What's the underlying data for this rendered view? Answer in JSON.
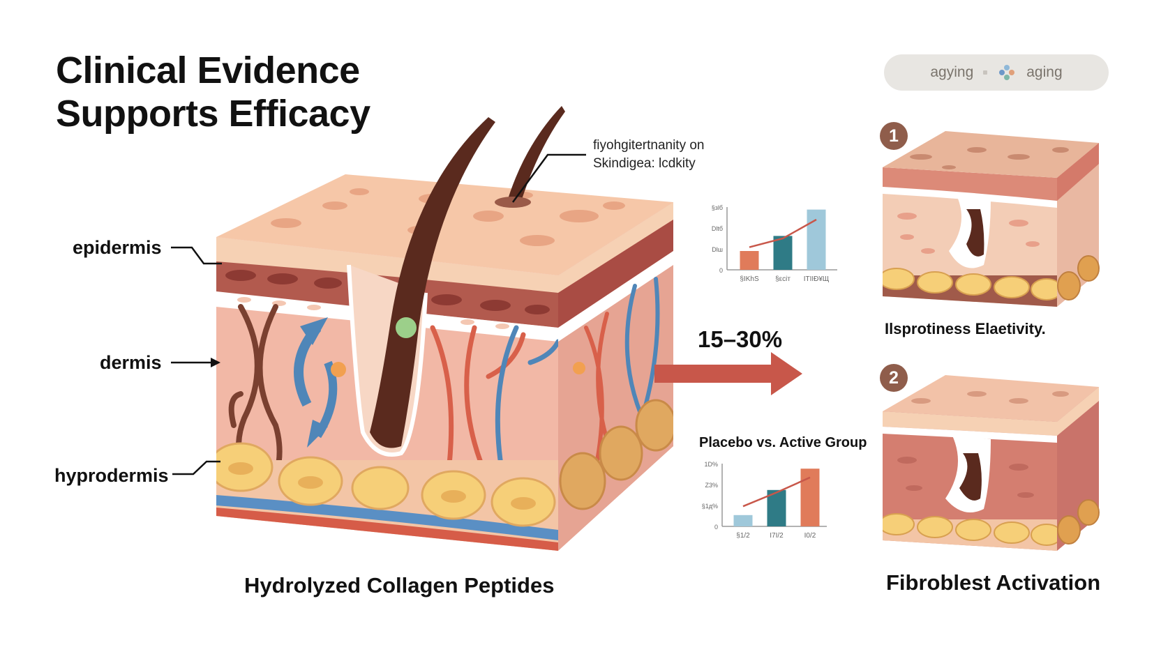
{
  "title": {
    "line1": "Clinical Evidence",
    "line2": "Supports Efficacy"
  },
  "pill": {
    "item1": "agying",
    "item2": "aging",
    "icon": "sparkle-icon"
  },
  "layers": {
    "epidermis": "epidermis",
    "dermis": "dermis",
    "hypodermis": "hyprodermis"
  },
  "callout": {
    "line1": "fiyohgitertnanity on",
    "line2": "Skindigea: lcdkity"
  },
  "improvement": "15–30%",
  "main_caption": "Hydrolyzed Collagen Peptides",
  "panels": [
    {
      "badge": "1",
      "caption": "Ilsprotiness Elaetivity."
    },
    {
      "badge": "2",
      "caption": "Fibroblest Activation"
    }
  ],
  "colors": {
    "coral": "#e07b5a",
    "teal": "#2f7b86",
    "light_blue": "#9fc8da",
    "skin": "#f6c7a8",
    "hair": "#5a2a1e"
  },
  "chart_data": [
    {
      "type": "bar",
      "title": "",
      "categories": [
        "§IKhS",
        "§εсіт",
        "ITIІÐ¥Щ"
      ],
      "values": [
        1.5,
        2.7,
        4.8
      ],
      "colors": [
        "#e07b5a",
        "#2f7b86",
        "#9fc8da"
      ],
      "trend": [
        1.8,
        2.5,
        4.0
      ],
      "yticks": [
        "0",
        "Dlш",
        "Dltб",
        "§зlб"
      ],
      "ylim": [
        0,
        5
      ]
    },
    {
      "type": "bar",
      "title": "Placebo vs. Active Group",
      "categories": [
        "§1/2",
        "I7I/2",
        "I0/2"
      ],
      "values": [
        0.9,
        2.9,
        4.6
      ],
      "colors": [
        "#9fc8da",
        "#2f7b86",
        "#e07b5a"
      ],
      "trend": [
        1.6,
        2.7,
        3.9
      ],
      "yticks": [
        "0",
        "§1д%",
        "Z3%",
        "1D%"
      ],
      "ylim": [
        0,
        5
      ]
    }
  ]
}
